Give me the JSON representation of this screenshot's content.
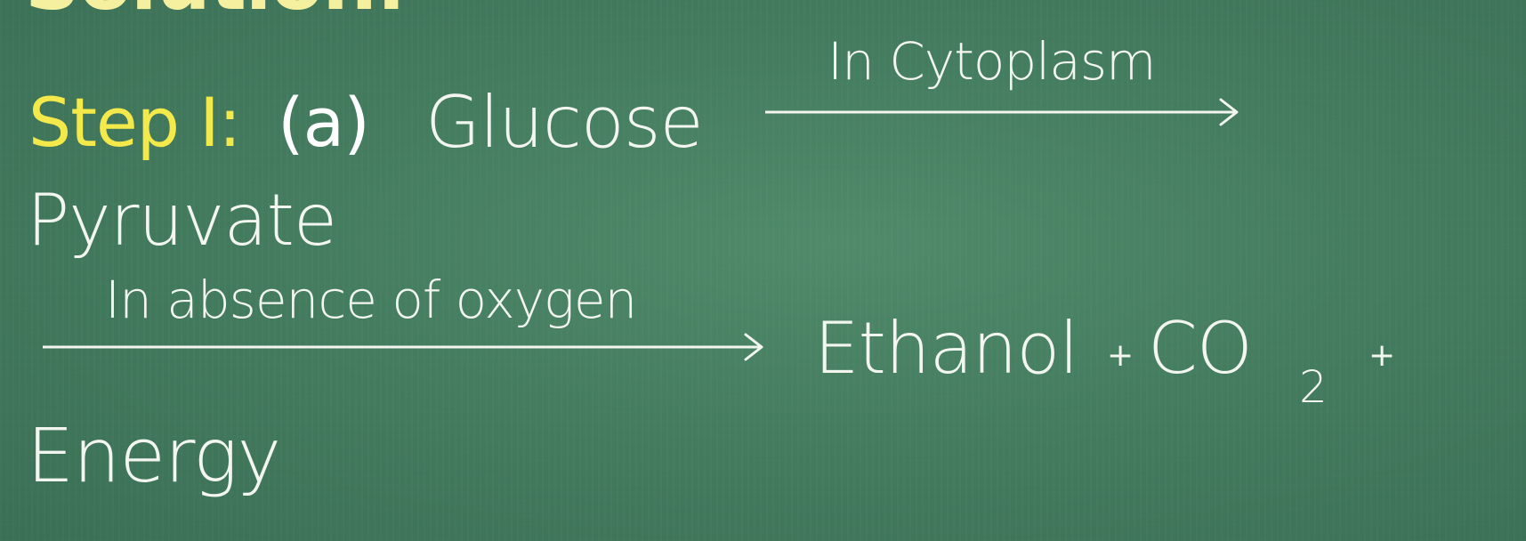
{
  "heading": {
    "text": "Solution:"
  },
  "step": {
    "label": "Step I:",
    "part": "(a)",
    "reactant": "Glucose",
    "condition_1": "In Cytoplasm",
    "intermediate": "Pyruvate",
    "condition_2": "In absence of oxygen",
    "product_1": "Ethanol",
    "plus_1": "+",
    "product_2": "CO",
    "product_2_subscript": "2",
    "plus_2": "+",
    "product_3": "Energy"
  },
  "colors": {
    "board": "#447c5f",
    "chalk": "#f3f5f0",
    "highlight": "#f3e94b"
  },
  "icons": {
    "arrow_1": "right-arrow-icon",
    "arrow_2": "right-arrow-icon"
  }
}
